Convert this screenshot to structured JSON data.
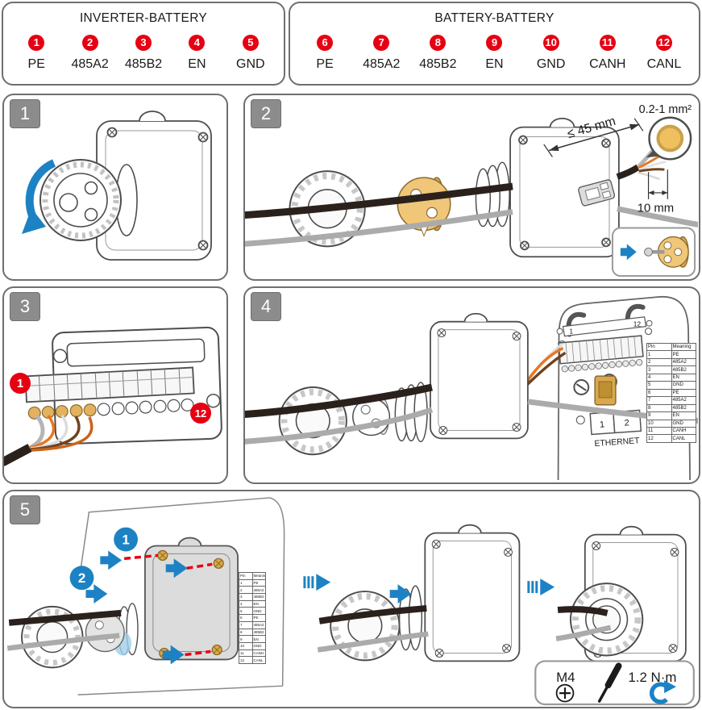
{
  "colors": {
    "red": "#e60012",
    "blue": "#1d82c4",
    "tan": "#f0c678",
    "badge_gray": "#8c8c8c"
  },
  "legends": [
    {
      "title": "INVERTER-BATTERY",
      "items": [
        {
          "num": "1",
          "label": "PE"
        },
        {
          "num": "2",
          "label": "485A2"
        },
        {
          "num": "3",
          "label": "485B2"
        },
        {
          "num": "4",
          "label": "EN"
        },
        {
          "num": "5",
          "label": "GND"
        }
      ]
    },
    {
      "title": "BATTERY-BATTERY",
      "items": [
        {
          "num": "6",
          "label": "PE"
        },
        {
          "num": "7",
          "label": "485A2"
        },
        {
          "num": "8",
          "label": "485B2"
        },
        {
          "num": "9",
          "label": "EN"
        },
        {
          "num": "10",
          "label": "GND"
        },
        {
          "num": "11",
          "label": "CANH"
        },
        {
          "num": "12",
          "label": "CANL"
        }
      ]
    }
  ],
  "steps": {
    "one": "1",
    "two": "2",
    "three": "3",
    "four": "4",
    "five": "5"
  },
  "step2": {
    "wire_gauge": "0.2-1 mm²",
    "sheath_strip": "≤ 45 mm",
    "conductor_strip": "10 mm"
  },
  "step3": {
    "first_pin": "1",
    "last_pin": "12"
  },
  "step4": {
    "bracket_first": "1",
    "bracket_last": "12",
    "port1": "1",
    "port2": "2",
    "ethernet": "ETHERNET"
  },
  "pin_table": {
    "headers": [
      "Pin",
      "Meaning"
    ],
    "rows": [
      [
        "1",
        "PE"
      ],
      [
        "2",
        "485A2"
      ],
      [
        "3",
        "485B2"
      ],
      [
        "4",
        "EN"
      ],
      [
        "5",
        "GND"
      ],
      [
        "6",
        "PE"
      ],
      [
        "7",
        "485A2"
      ],
      [
        "8",
        "485B2"
      ],
      [
        "9",
        "EN"
      ],
      [
        "10",
        "GND"
      ],
      [
        "11",
        "CANH"
      ],
      [
        "12",
        "CANL"
      ]
    ]
  },
  "step5": {
    "marker1": "1",
    "marker2": "2",
    "screw": "M4",
    "torque": "1.2 N·m"
  }
}
